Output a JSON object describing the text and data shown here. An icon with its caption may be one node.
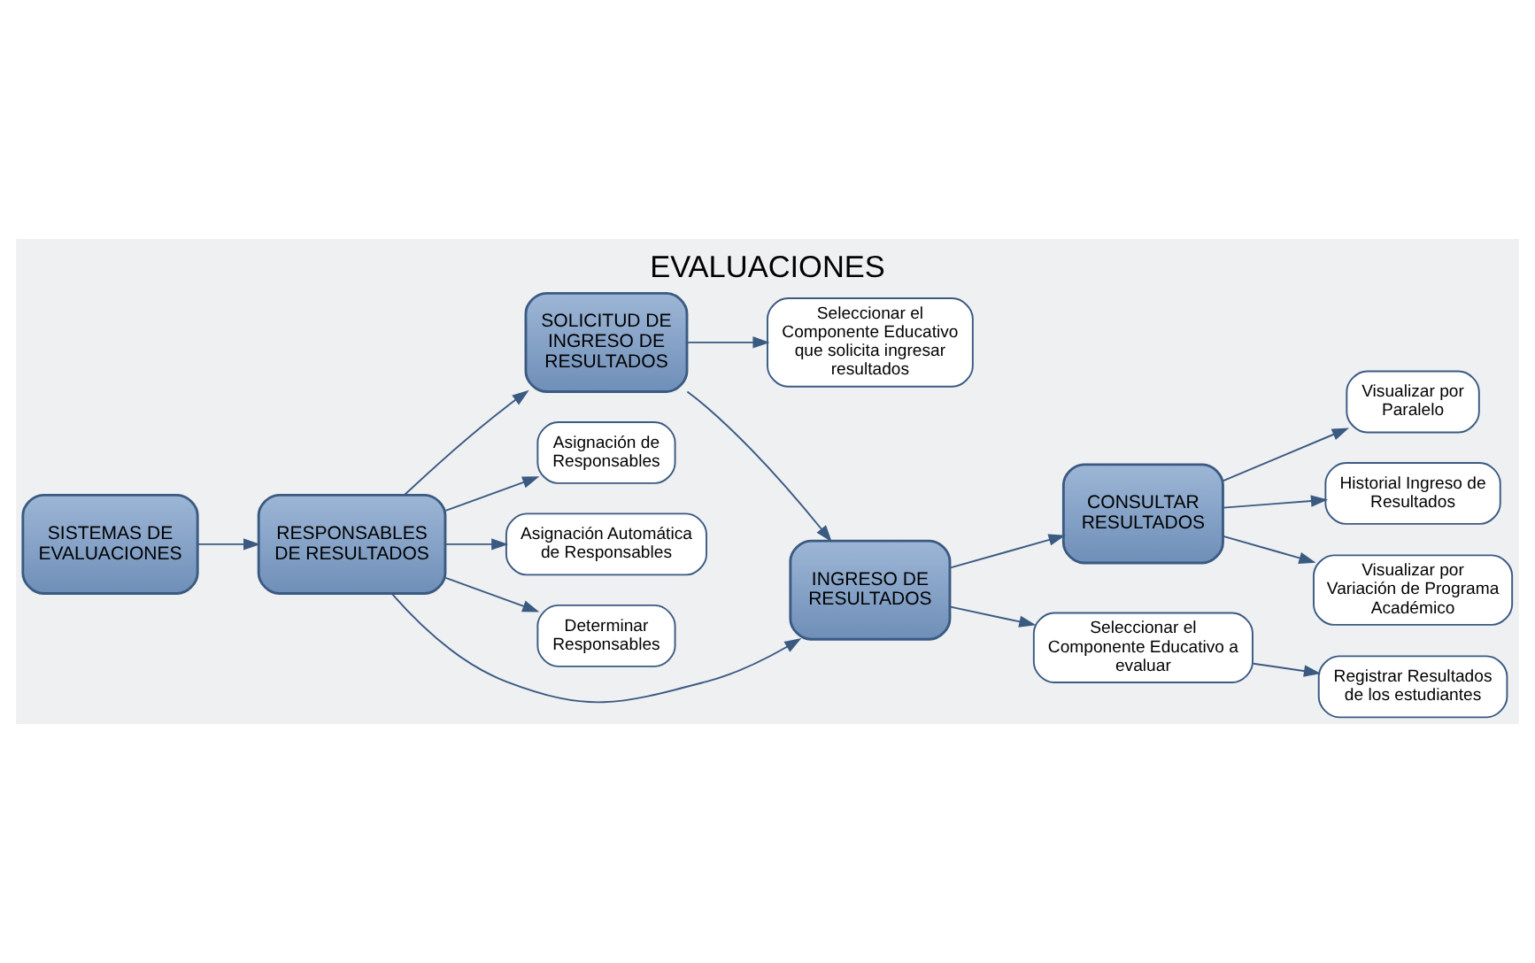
{
  "diagram": {
    "title": "EVALUACIONES",
    "nodes": [
      {
        "text": [
          "SISTEMAS DE EVALUACIONES"
        ]
      },
      {
        "text": [
          "RESPONSABLES DE RESULTADOS"
        ]
      },
      {
        "text": [
          "SOLICITUD DE INGRESO DE RESULTADOS"
        ]
      },
      {
        "text": [
          "Asignación de Responsables"
        ]
      },
      {
        "text": [
          "Asignación Automática de Responsables"
        ]
      },
      {
        "text": [
          "Determinar Responsables"
        ]
      },
      {
        "text": [
          "Seleccionar el Componente Educativo que solicita ingresar resultados"
        ]
      },
      {
        "text": [
          "INGRESO DE RESULTADOS"
        ]
      },
      {
        "text": [
          "CONSULTAR RESULTADOS"
        ]
      },
      {
        "text": [
          "Seleccionar el Componente Educativo a evaluar"
        ]
      },
      {
        "text": [
          "Registrar Resultados de los estudiantes"
        ]
      },
      {
        "text": [
          "Visualizar por Paralelo"
        ]
      },
      {
        "text": [
          "Historial Ingreso de Resultados"
        ]
      },
      {
        "text": [
          "Visualizar por Variación de Programa Académico"
        ]
      }
    ],
    "edges": [
      {
        "from": 0,
        "to": 1,
        "arrow": "to"
      },
      {
        "from": 1,
        "to": 2,
        "arrow": "to"
      },
      {
        "from": 1,
        "to": 3,
        "arrow": "to"
      },
      {
        "from": 1,
        "to": 4,
        "arrow": "to"
      },
      {
        "from": 1,
        "to": 5,
        "arrow": "to"
      },
      {
        "from": 1,
        "to": 7,
        "arrow": "to"
      },
      {
        "from": 2,
        "to": 6,
        "arrow": "to"
      },
      {
        "from": 2,
        "to": 7,
        "arrow": "to"
      },
      {
        "from": 7,
        "to": 8,
        "arrow": "to"
      },
      {
        "from": 7,
        "to": 9,
        "arrow": "to"
      },
      {
        "from": 9,
        "to": 10,
        "arrow": "to"
      },
      {
        "from": 8,
        "to": 11,
        "arrow": "to"
      },
      {
        "from": 8,
        "to": 12,
        "arrow": "to"
      },
      {
        "from": 8,
        "to": 13,
        "arrow": "to"
      }
    ]
  }
}
